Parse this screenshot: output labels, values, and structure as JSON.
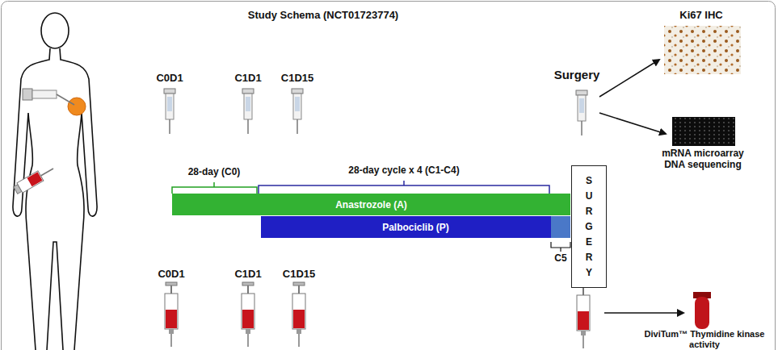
{
  "diagram": {
    "title": "Study Schema (NCT01723774)",
    "nodes": [
      {
        "text": [
          "Anastrozole (A)"
        ]
      },
      {
        "text": [
          "Palbociclib (P)"
        ]
      },
      {
        "text": [
          "S U R G E R Y"
        ]
      }
    ],
    "labels": [
      "C0D1",
      "C1D1",
      "C1D15",
      "Surgery",
      "Ki67 IHC",
      "28-day (C0)",
      "28-day cycle x 4 (C1-C4)",
      "C5",
      "mRNA microarray DNA sequencing",
      "C0D1",
      "C1D1",
      "C1D15",
      "DiviTum™ Thymidine kinase activity"
    ]
  }
}
